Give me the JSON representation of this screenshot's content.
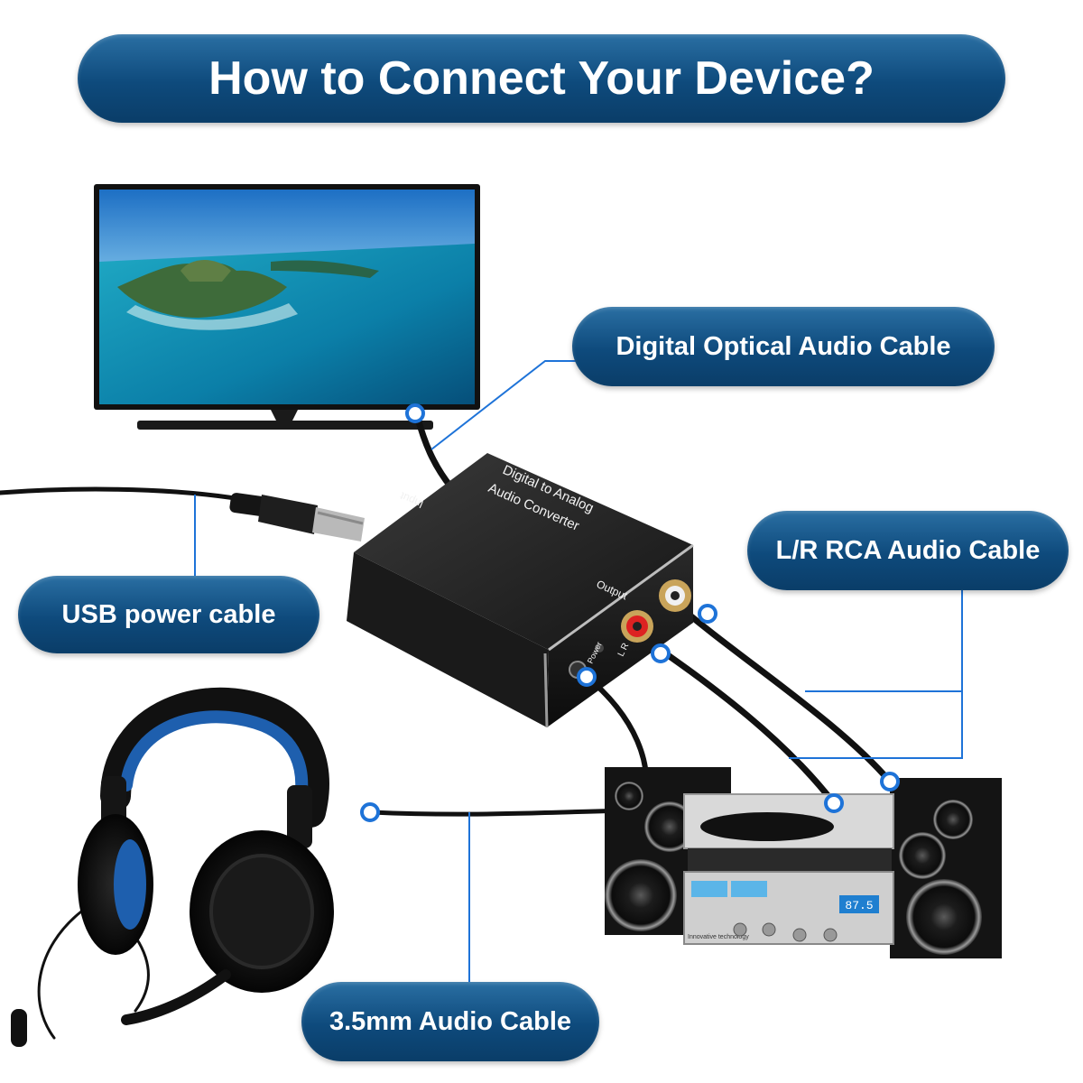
{
  "title": "How to Connect Your Device?",
  "labels": {
    "optical": "Digital Optical Audio Cable",
    "rca": "L/R RCA Audio Cable",
    "usb": "USB power cable",
    "aux": "3.5mm Audio Cable"
  },
  "converter": {
    "line1": "Digital to Analog",
    "line2": "Audio Converter",
    "input_label": "Input",
    "output_label": "Output",
    "power_label": "Power",
    "lr_label": "L R"
  },
  "stereo": {
    "freq_display": "87.5",
    "brand_text": "Innovative technology"
  },
  "colors": {
    "pill_blue": "#0e4a7c",
    "connector_line": "#1e73d8",
    "cable": "#111111"
  },
  "icons": [
    "tv-icon",
    "converter-box-icon",
    "headphones-icon",
    "stereo-system-icon",
    "usb-plug-icon"
  ]
}
